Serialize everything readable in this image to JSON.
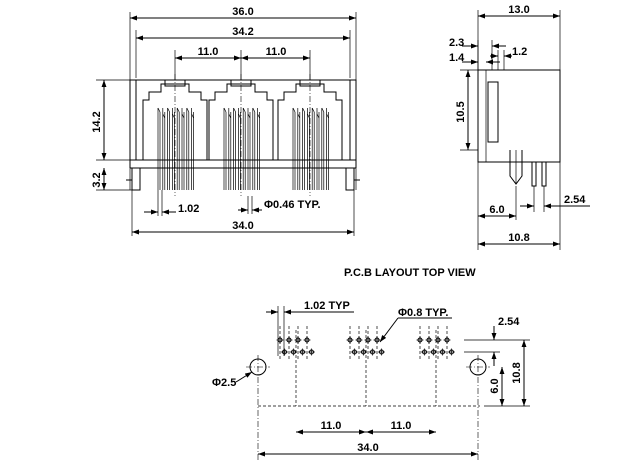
{
  "front_view": {
    "dims": {
      "overall_width": "36.0",
      "body_width": "34.2",
      "pitch_left": "11.0",
      "pitch_right": "11.0",
      "height": "14.2",
      "standoff": "3.2",
      "pin_pitch": "1.02",
      "pin_diameter": "Φ0.46 TYP.",
      "base_width": "34.0"
    },
    "port_count": 3,
    "pins_per_port": 8
  },
  "side_view": {
    "dims": {
      "depth": "13.0",
      "dim_2_3": "2.3",
      "dim_1_2": "1.2",
      "dim_1_4": "1.4",
      "dim_10_5": "10.5",
      "dim_6_0": "6.0",
      "dim_2_54": "2.54",
      "dim_10_8": "10.8"
    }
  },
  "pcb_layout": {
    "title": "P.C.B LAYOUT TOP VIEW",
    "dims": {
      "pin_pitch": "1.02 TYP",
      "hole_diameter": "Φ0.8 TYP.",
      "row_spacing": "2.54",
      "mount_hole": "Φ2.5",
      "dim_10_8": "10.8",
      "dim_6_0": "6.0",
      "pitch_left": "11.0",
      "pitch_right": "11.0",
      "overall": "34.0"
    }
  }
}
